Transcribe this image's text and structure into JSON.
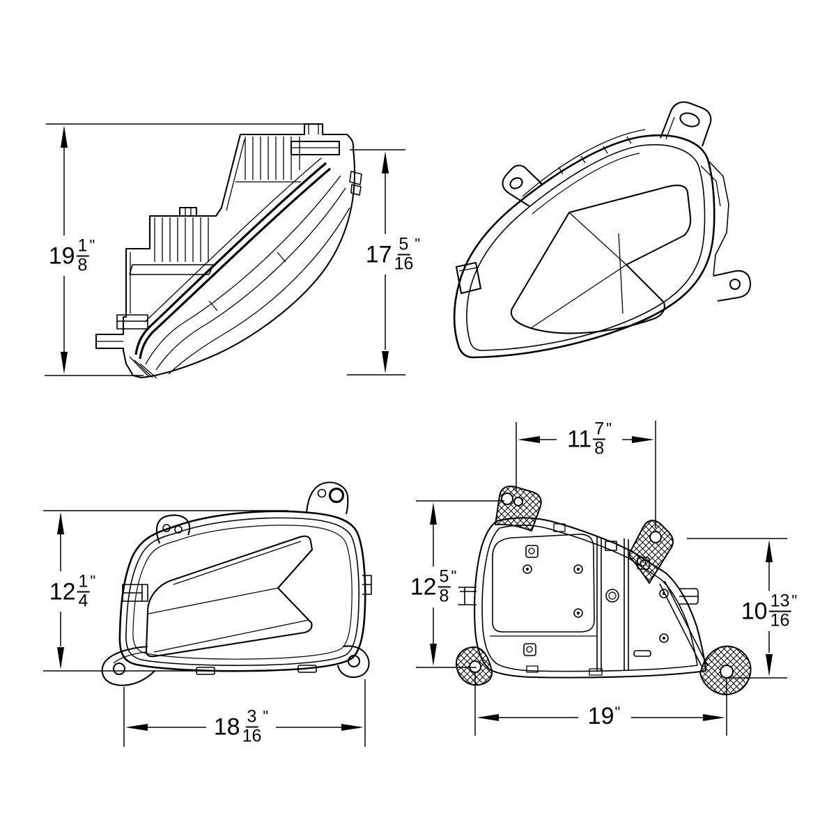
{
  "page": {
    "background": "#ffffff",
    "line_color": "#000000"
  },
  "drawing": {
    "views": {
      "side_profile": {
        "dimensions": {
          "overall_height": {
            "whole": "19",
            "numerator": "1",
            "denominator": "8",
            "unit": "\""
          },
          "lens_height": {
            "whole": "17",
            "numerator": "5",
            "denominator": "16",
            "unit": "\""
          }
        }
      },
      "perspective": {
        "dimensions": {}
      },
      "front": {
        "dimensions": {
          "height": {
            "whole": "12",
            "numerator": "1",
            "denominator": "4",
            "unit": "\""
          },
          "width": {
            "whole": "18",
            "numerator": "3",
            "denominator": "16",
            "unit": "\""
          }
        }
      },
      "rear": {
        "dimensions": {
          "mount_hole_spacing": {
            "whole": "11",
            "numerator": "7",
            "denominator": "8",
            "unit": "\""
          },
          "left_height": {
            "whole": "12",
            "numerator": "5",
            "denominator": "8",
            "unit": "\""
          },
          "right_height": {
            "whole": "10",
            "numerator": "13",
            "denominator": "16",
            "unit": "\""
          },
          "overall_width": {
            "whole": "19",
            "numerator": "",
            "denominator": "",
            "unit": "\""
          }
        }
      }
    }
  }
}
